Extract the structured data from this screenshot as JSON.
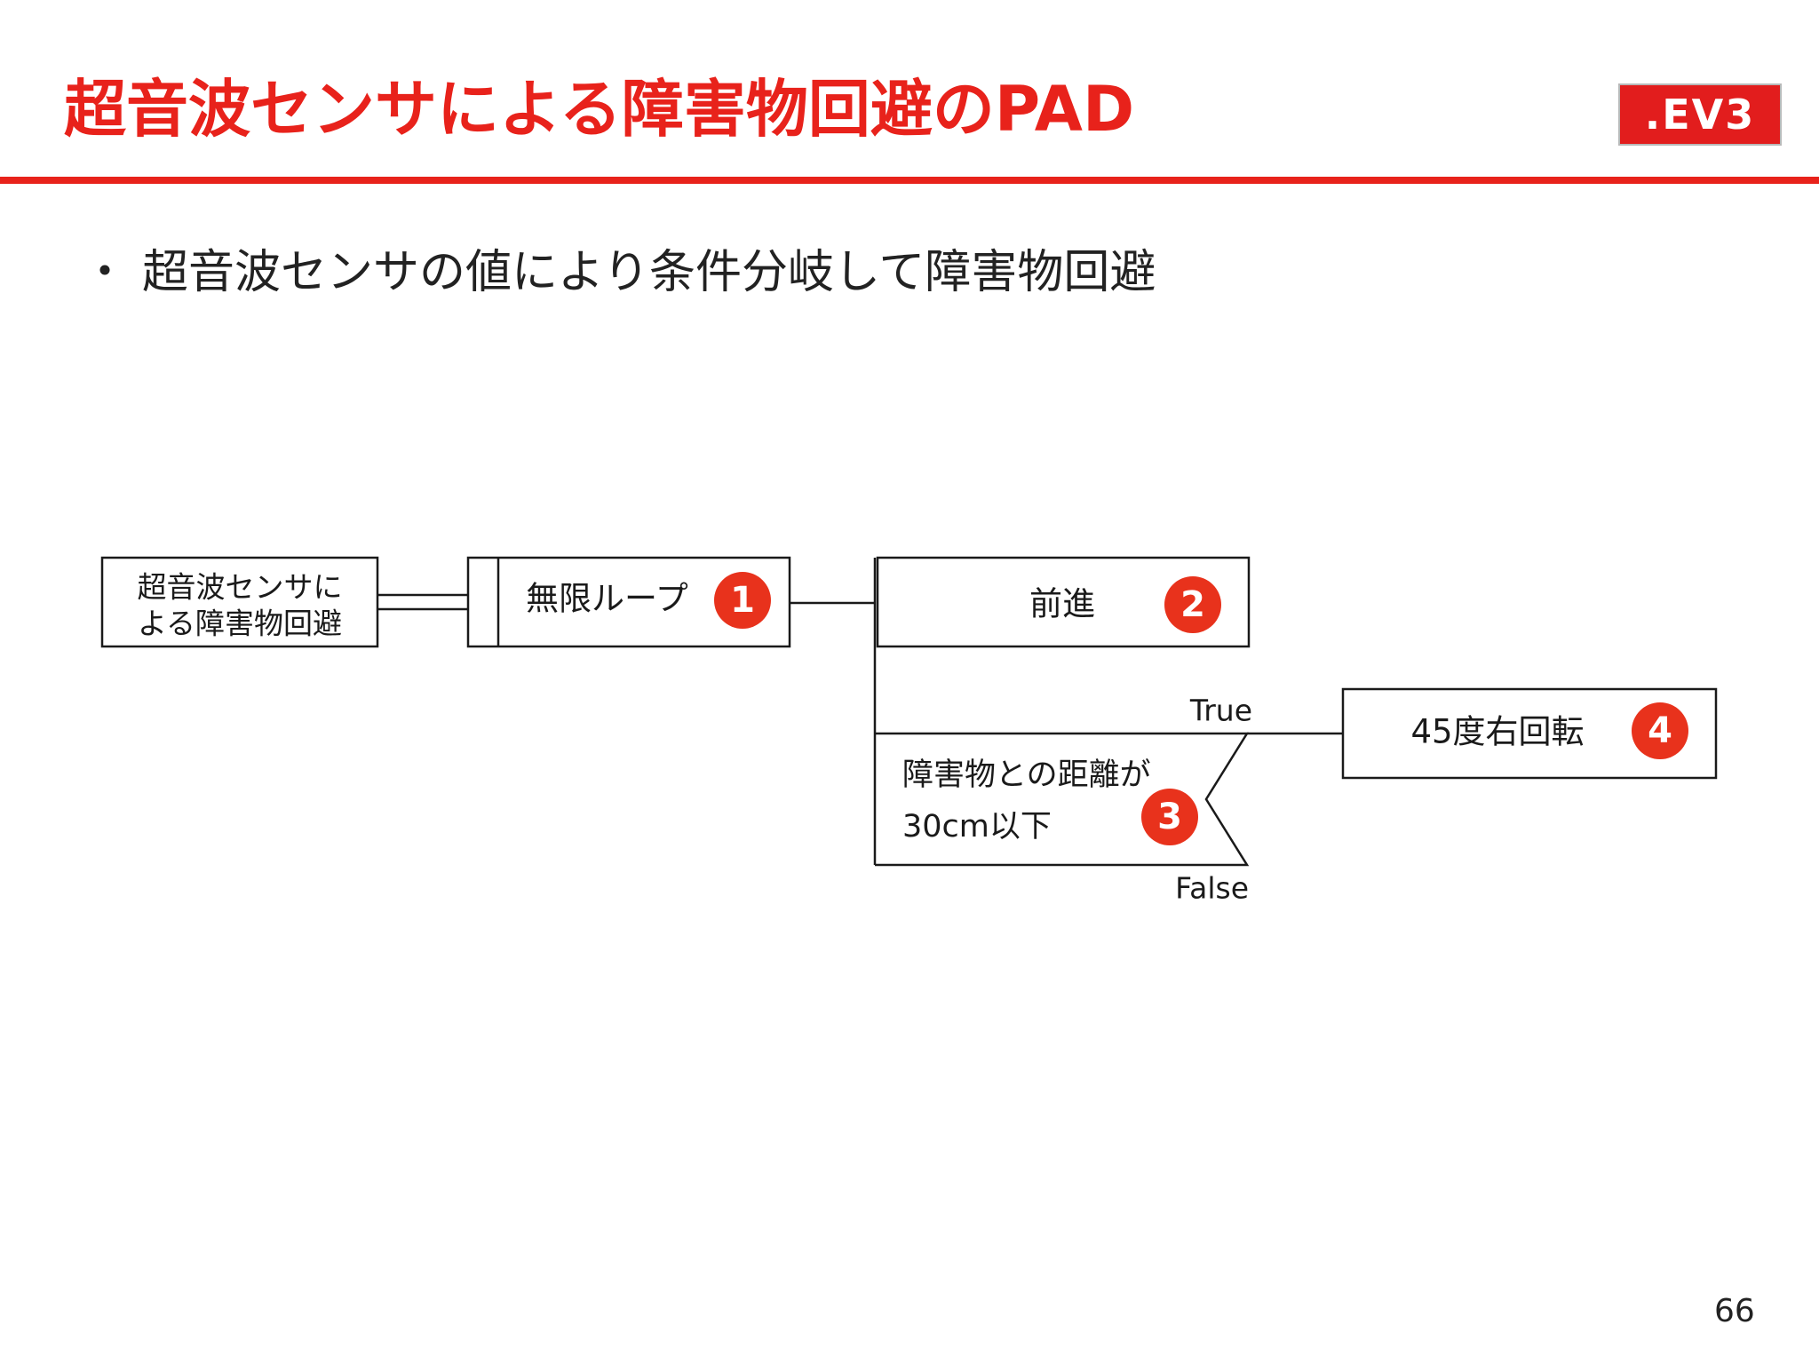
{
  "slide": {
    "title": "超音波センサによる障害物回避のPAD",
    "logo_text": ".EV3",
    "bullet_marker": "・",
    "bullet_text": "超音波センサの値により条件分岐して障害物回避",
    "page_number": "66"
  },
  "pad": {
    "root_box": {
      "line1": "超音波センサに",
      "line2": "よる障害物回避"
    },
    "loop_box": {
      "label": "無限ループ",
      "badge": "1"
    },
    "forward_box": {
      "label": "前進",
      "badge": "2"
    },
    "condition_box": {
      "line1": "障害物との距離が",
      "line2": "30cm以下",
      "badge": "3"
    },
    "true_label": "True",
    "false_label": "False",
    "turn_box": {
      "label": "45度右回転",
      "badge": "4"
    }
  },
  "colors": {
    "accent": "#e8221b",
    "badge": "#e8321c",
    "line": "#1a1a1a"
  }
}
